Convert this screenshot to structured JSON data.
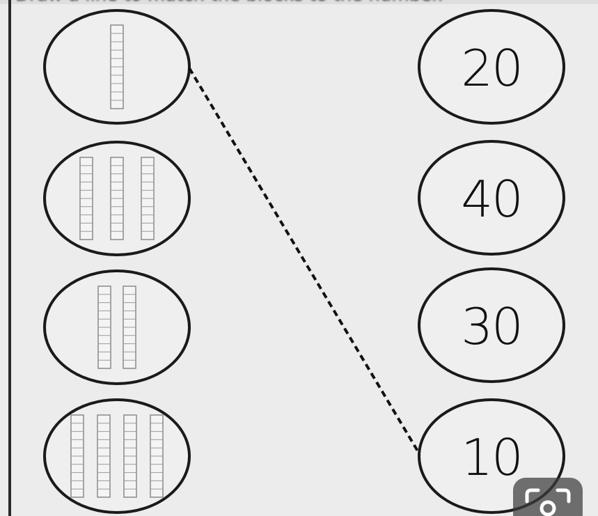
{
  "instruction": "Draw a line to match the blocks to the number.",
  "left_column": {
    "items": [
      {
        "rods": 1
      },
      {
        "rods": 3
      },
      {
        "rods": 2
      },
      {
        "rods": 4
      }
    ]
  },
  "right_column": {
    "numbers": [
      "20",
      "40",
      "30",
      "10"
    ]
  },
  "match": {
    "from_block_index": 0,
    "to_number_index": 3
  },
  "visual_search_button": {
    "icon": "lens-scan-icon"
  }
}
